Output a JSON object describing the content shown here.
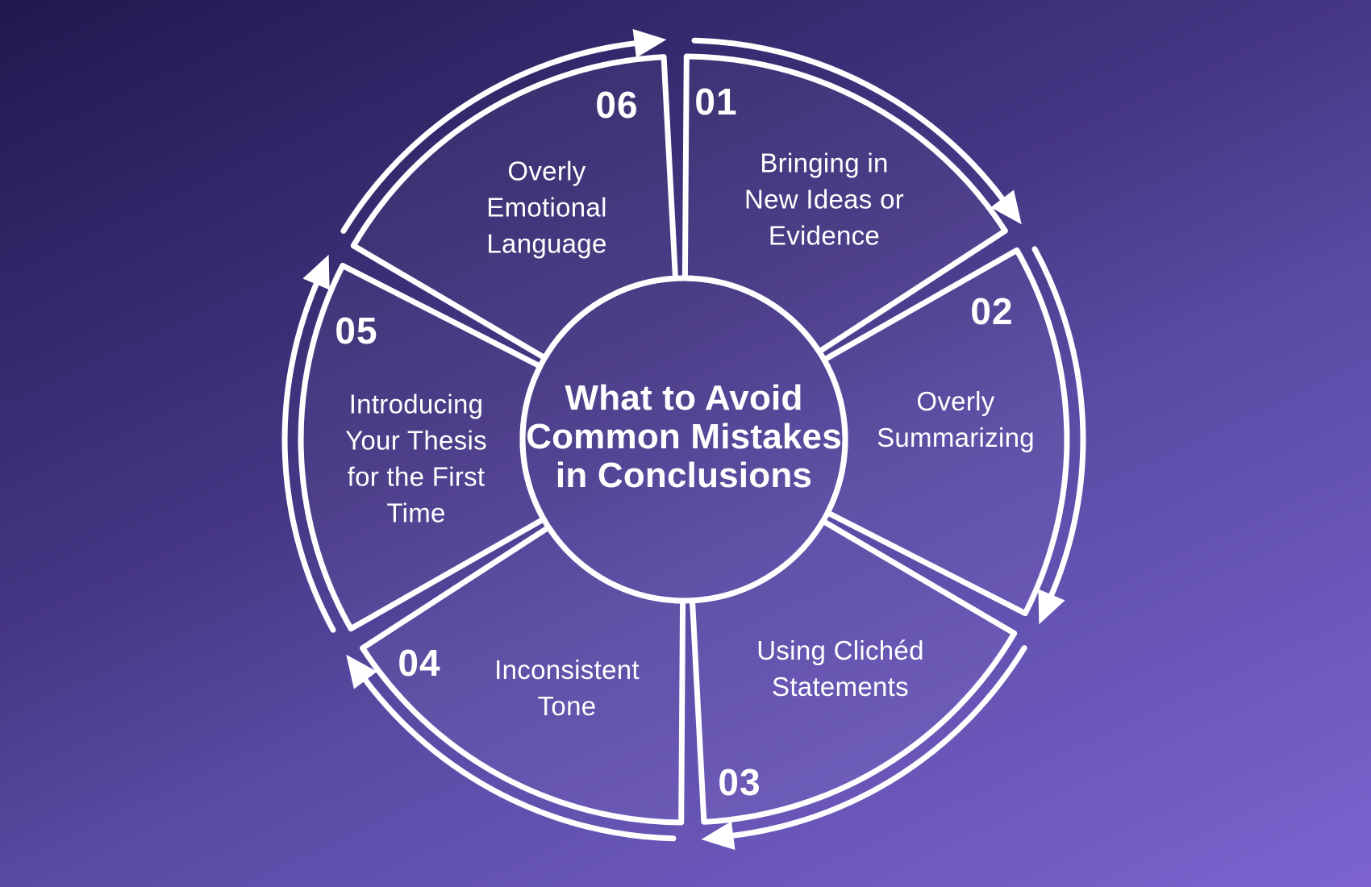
{
  "title": "What to Avoid\nCommon Mistakes\nin Conclusions",
  "segments": [
    {
      "number": "01",
      "label": "Bringing in\nNew Ideas or\nEvidence"
    },
    {
      "number": "02",
      "label": "Overly\nSummarizing"
    },
    {
      "number": "03",
      "label": "Using Clichéd\nStatements"
    },
    {
      "number": "04",
      "label": "Inconsistent\nTone"
    },
    {
      "number": "05",
      "label": "Introducing\nYour Thesis\nfor the First\nTime"
    },
    {
      "number": "06",
      "label": "Overly\nEmotional\nLanguage"
    }
  ],
  "colors": {
    "background_start": "#211850",
    "background_end": "#7c63cf",
    "line": "#ffffff",
    "text": "#ffffff"
  }
}
